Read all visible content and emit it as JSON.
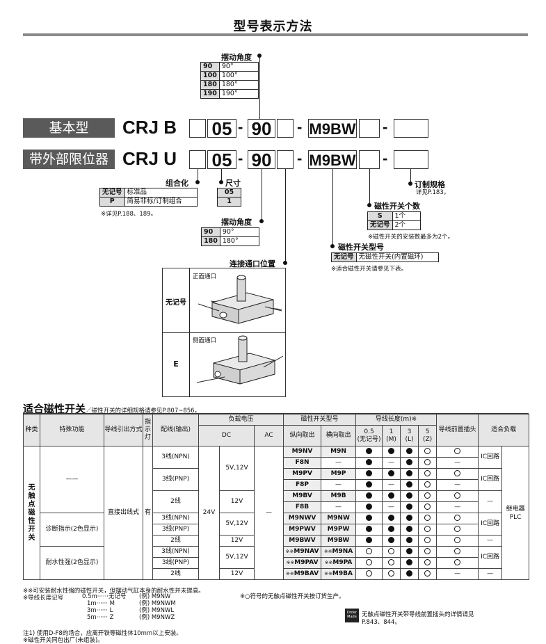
{
  "page_title": "型号表示方法",
  "swing_angle_top": {
    "label": "摆动角度",
    "rows": [
      [
        "90",
        "90°"
      ],
      [
        "100",
        "100°"
      ],
      [
        "180",
        "180°"
      ],
      [
        "190",
        "190°"
      ]
    ]
  },
  "basic": {
    "label": "基本型",
    "model": "CRJ B",
    "size": "05",
    "angle": "90",
    "switch": "M9BW"
  },
  "limiter": {
    "label": "带外部限位器",
    "model": "CRJ U",
    "size": "05",
    "angle": "90",
    "switch": "M9BW"
  },
  "dash": "-",
  "combo": {
    "label": "组合化",
    "rows": [
      [
        "无记号",
        "标准品"
      ],
      [
        "P",
        "简易非标/订制组合"
      ]
    ],
    "note": "※详见P.188、189。"
  },
  "size": {
    "label": "尺寸",
    "rows": [
      "05",
      "1"
    ]
  },
  "custom": {
    "label": "订制规格",
    "note": "详见P.183。"
  },
  "switch_count": {
    "label": "磁性开关个数",
    "rows": [
      [
        "S",
        "1个"
      ],
      [
        "无记号",
        "2个"
      ]
    ],
    "note": "※磁性开关的安装数最多为2个。"
  },
  "swing_angle_bottom": {
    "label": "摆动角度",
    "rows": [
      [
        "90",
        "90°"
      ],
      [
        "180",
        "180°"
      ]
    ]
  },
  "switch_type": {
    "label": "磁性开关型号",
    "rows": [
      [
        "无记号",
        "无磁性开关(内置磁环)"
      ]
    ],
    "note": "※适合磁性开关请参见下表。"
  },
  "port": {
    "label": "连接通口位置",
    "rows": [
      {
        "key": "无记号",
        "caption": "正面通口"
      },
      {
        "key": "E",
        "caption": "侧面通口"
      }
    ]
  },
  "switch_section": {
    "title": "适合磁性开关",
    "subtitle": "／磁性开关的详细规格请参见P.807~856。"
  },
  "headers": {
    "kind": "种类",
    "func": "特殊功能",
    "wiring": "导线引出方式",
    "indicator": "指示灯",
    "output": "配线(输出)",
    "voltage": "负载电压",
    "dc": "DC",
    "ac": "AC",
    "model": "磁性开关型号",
    "vertical": "纵向取出",
    "horizontal": "横向取出",
    "length": "导线长度(m)※",
    "l05": "0.5",
    "l05s": "(无记号)",
    "l1": "1",
    "l1s": "(M)",
    "l3": "3",
    "l3s": "(L)",
    "l5": "5",
    "l5s": "(Z)",
    "connector": "导线前置插头",
    "load": "适合负载"
  },
  "kind_value": "无触点磁性开关",
  "func_values": [
    "——",
    "诊断指示(2色显示)",
    "耐水性强(2色显示)"
  ],
  "wiring_value": "直接出线式",
  "indicator_value": "有",
  "dc24": "24V",
  "ac_value": "—",
  "load_ic": "IC回路",
  "load_relay": "继电器 PLC",
  "rows": [
    {
      "out": "3线(NPN)",
      "dc": "5V,12V",
      "v": "M9NV",
      "h": "M9N",
      "l": [
        "f",
        "f",
        "f",
        "o"
      ],
      "c": "o"
    },
    {
      "out": "",
      "dc": "",
      "v": "F8N",
      "h": "—",
      "l": [
        "f",
        "—",
        "f",
        "o"
      ],
      "c": "—"
    },
    {
      "out": "3线(PNP)",
      "dc": "",
      "v": "M9PV",
      "h": "M9P",
      "l": [
        "f",
        "f",
        "f",
        "o"
      ],
      "c": "o"
    },
    {
      "out": "",
      "dc": "",
      "v": "F8P",
      "h": "—",
      "l": [
        "f",
        "—",
        "f",
        "o"
      ],
      "c": "—"
    },
    {
      "out": "2线",
      "dc": "12V",
      "v": "M9BV",
      "h": "M9B",
      "l": [
        "f",
        "f",
        "f",
        "o"
      ],
      "c": "o"
    },
    {
      "out": "",
      "dc": "",
      "v": "F8B",
      "h": "—",
      "l": [
        "f",
        "—",
        "f",
        "o"
      ],
      "c": "—"
    },
    {
      "out": "3线(NPN)",
      "dc": "5V,12V",
      "v": "M9NWV",
      "h": "M9NW",
      "l": [
        "f",
        "f",
        "f",
        "o"
      ],
      "c": "o"
    },
    {
      "out": "3线(PNP)",
      "dc": "",
      "v": "M9PWV",
      "h": "M9PW",
      "l": [
        "f",
        "f",
        "f",
        "o"
      ],
      "c": "o"
    },
    {
      "out": "2线",
      "dc": "12V",
      "v": "M9BWV",
      "h": "M9BW",
      "l": [
        "f",
        "f",
        "f",
        "o"
      ],
      "c": "o"
    },
    {
      "out": "3线(NPN)",
      "dc": "5V,12V",
      "v": "M9NAV",
      "h": "M9NA",
      "l": [
        "o",
        "o",
        "f",
        "o"
      ],
      "c": "o"
    },
    {
      "out": "3线(PNP)",
      "dc": "",
      "v": "M9PAV",
      "h": "M9PA",
      "l": [
        "o",
        "o",
        "f",
        "o"
      ],
      "c": "o"
    },
    {
      "out": "2线",
      "dc": "12V",
      "v": "M9BAV",
      "h": "M9BA",
      "l": [
        "o",
        "o",
        "f",
        "o"
      ],
      "c": "—"
    }
  ],
  "star_prefix": "※※",
  "footnotes": {
    "n1": "※※可安装耐水性强的磁性开关，但摆动气缸本身的耐水性并未提高。",
    "n2": "※导线长度记号",
    "len": [
      [
        "0.5m······无记号",
        "(例) M9NW"
      ],
      [
        "1m······ M",
        "(例) M9NWM"
      ],
      [
        "3m······ L",
        "(例) M9NWL"
      ],
      [
        "5m······ Z",
        "(例) M9NWZ"
      ]
    ],
    "n3": "※○符号的无触点磁性开关按订货生产。",
    "n4": "注1) 使用D-F8的场合，应离开铁等磁性体10mm以上安装。",
    "n5": "※磁性开关同包出厂(未组装)。",
    "order_icon": "Order Made",
    "n6": "无触点磁性开关带导线前置插头的详情请见",
    "n7": "P.843、844。"
  }
}
